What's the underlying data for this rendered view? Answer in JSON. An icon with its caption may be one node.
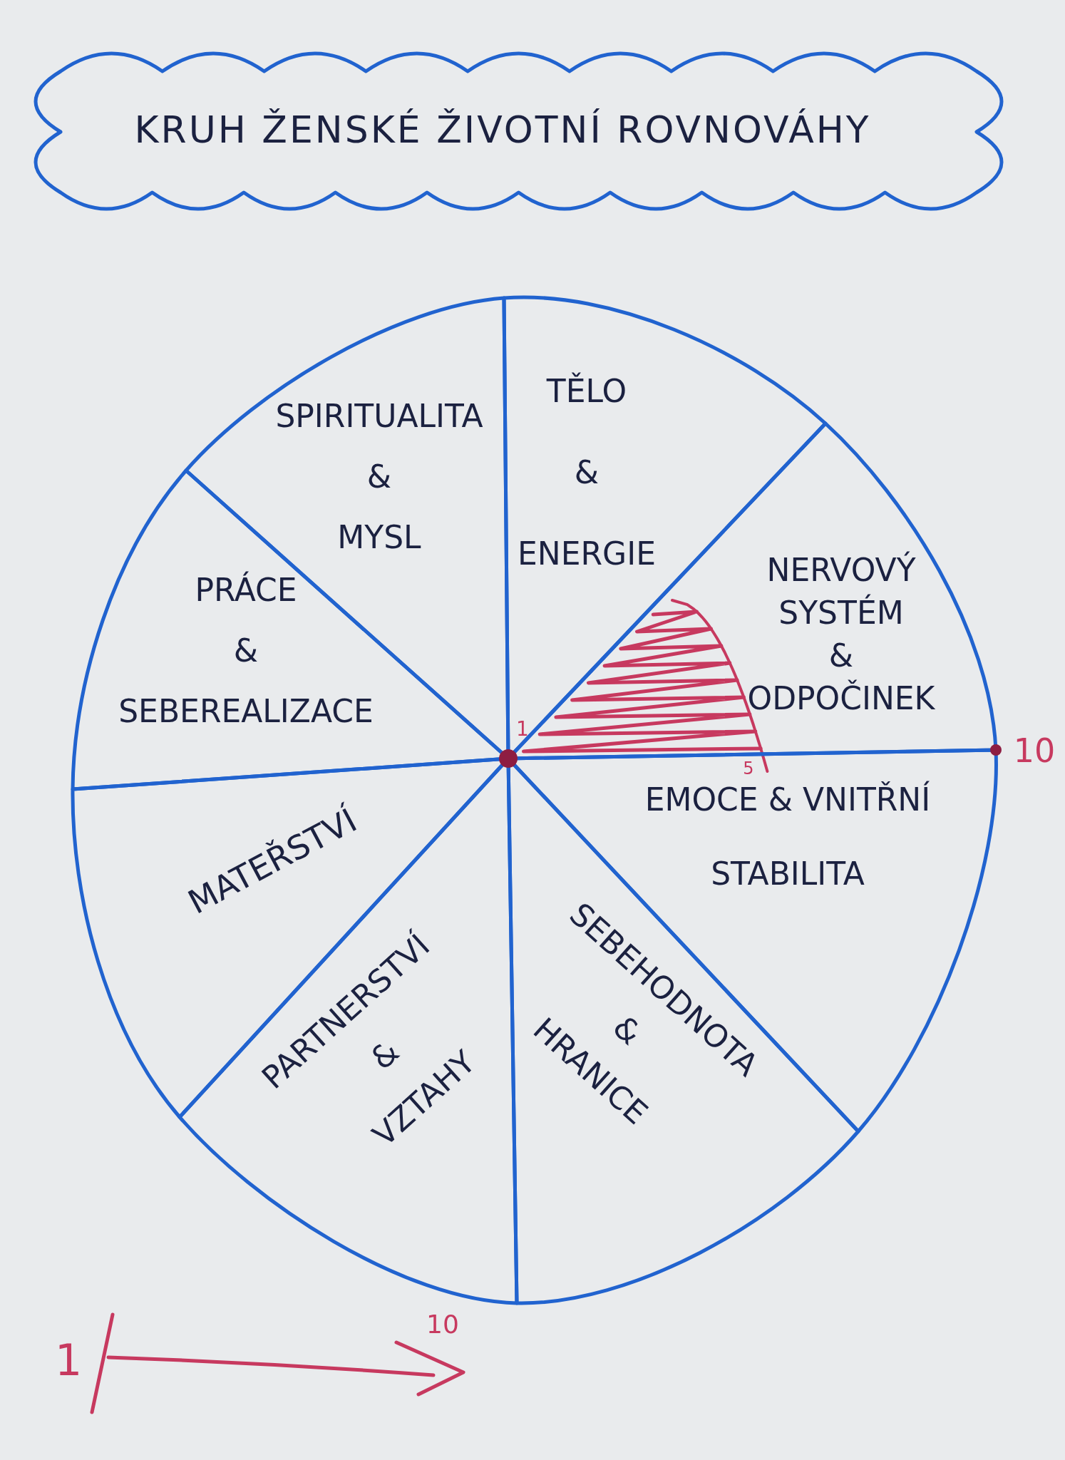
{
  "diagram": {
    "title": "KRUH ŽENSKÉ ŽIVOTNÍ ROVNOVÁHY",
    "nodes": [
      {
        "text": [
          "SPIRITUALITA & MYSL"
        ]
      },
      {
        "text": [
          "TĚLO & ENERGIE"
        ]
      },
      {
        "text": [
          "PRÁCE & SEBEREALIZACE"
        ]
      },
      {
        "text": [
          "NERVOVÝ SYSTÉM & ODPOČINEK"
        ]
      },
      {
        "text": [
          "EMOCE & VNITŘNÍ STABILITA"
        ]
      },
      {
        "text": [
          "MATEŘSTVÍ"
        ]
      },
      {
        "text": [
          "PARTNERSTVÍ & VZTAHY"
        ]
      },
      {
        "text": [
          "SEBEHODNOTA & HRANICE"
        ]
      }
    ],
    "labels": [
      "1",
      "10",
      "5",
      "10",
      "1"
    ]
  }
}
